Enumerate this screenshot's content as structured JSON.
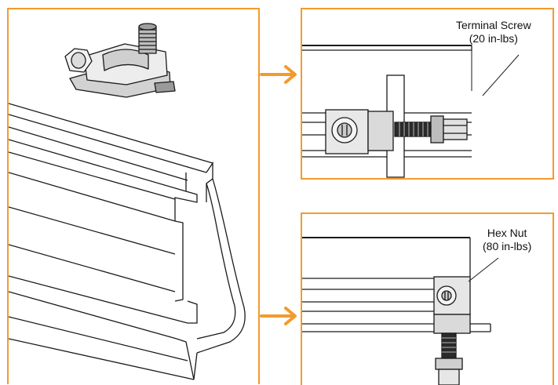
{
  "callouts": {
    "terminal_screw": {
      "name": "Terminal Screw",
      "torque": "(20 in-lbs)"
    },
    "hex_nut": {
      "name": "Hex Nut",
      "torque": "(80 in-lbs)"
    }
  },
  "colors": {
    "accent": "#f39a2d",
    "line": "#1a1a1a",
    "metal": "#c9c9c9"
  }
}
